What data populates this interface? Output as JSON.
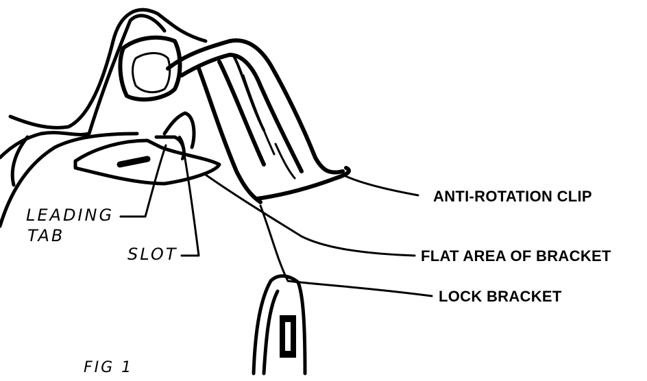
{
  "labels": {
    "anti_rotation_clip": "ANTI-ROTATION CLIP",
    "flat_area": "FLAT AREA OF BRACKET",
    "lock_bracket": "LOCK BRACKET",
    "leading_tab_line1": "LEADING",
    "leading_tab_line2": "TAB",
    "slot": "SLOT",
    "figure": "FIG 1"
  },
  "colors": {
    "ink": "#000000",
    "paper": "#ffffff"
  }
}
